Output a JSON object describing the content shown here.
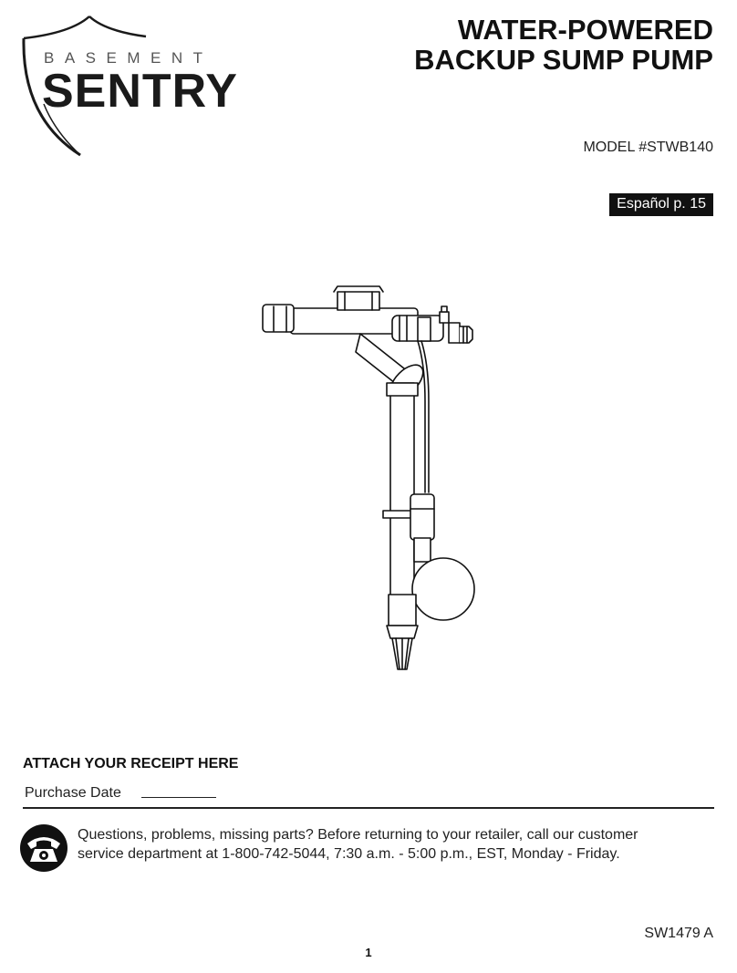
{
  "logo": {
    "top_word": "BASEMENT",
    "main_word": "SENTRY"
  },
  "title": {
    "line1": "WATER-POWERED",
    "line2": "BACKUP SUMP PUMP"
  },
  "model": "MODEL #STWB140",
  "language_badge": "Español p. 15",
  "product_image": {
    "icon": "water-powered-backup-sump-pump-illustration"
  },
  "receipt": {
    "heading": "ATTACH YOUR RECEIPT HERE",
    "purchase_label": "Purchase Date"
  },
  "support": {
    "icon": "telephone-icon",
    "line1": "Questions, problems, missing parts? Before returning to your retailer, call our customer",
    "line2": "service department at 1-800-742-5044, 7:30 a.m. - 5:00 p.m., EST, Monday - Friday."
  },
  "document_number": "SW1479 A",
  "page_number": "1",
  "colors": {
    "ink": "#1a1a1a",
    "badge_bg": "#111111",
    "badge_text": "#ffffff"
  }
}
